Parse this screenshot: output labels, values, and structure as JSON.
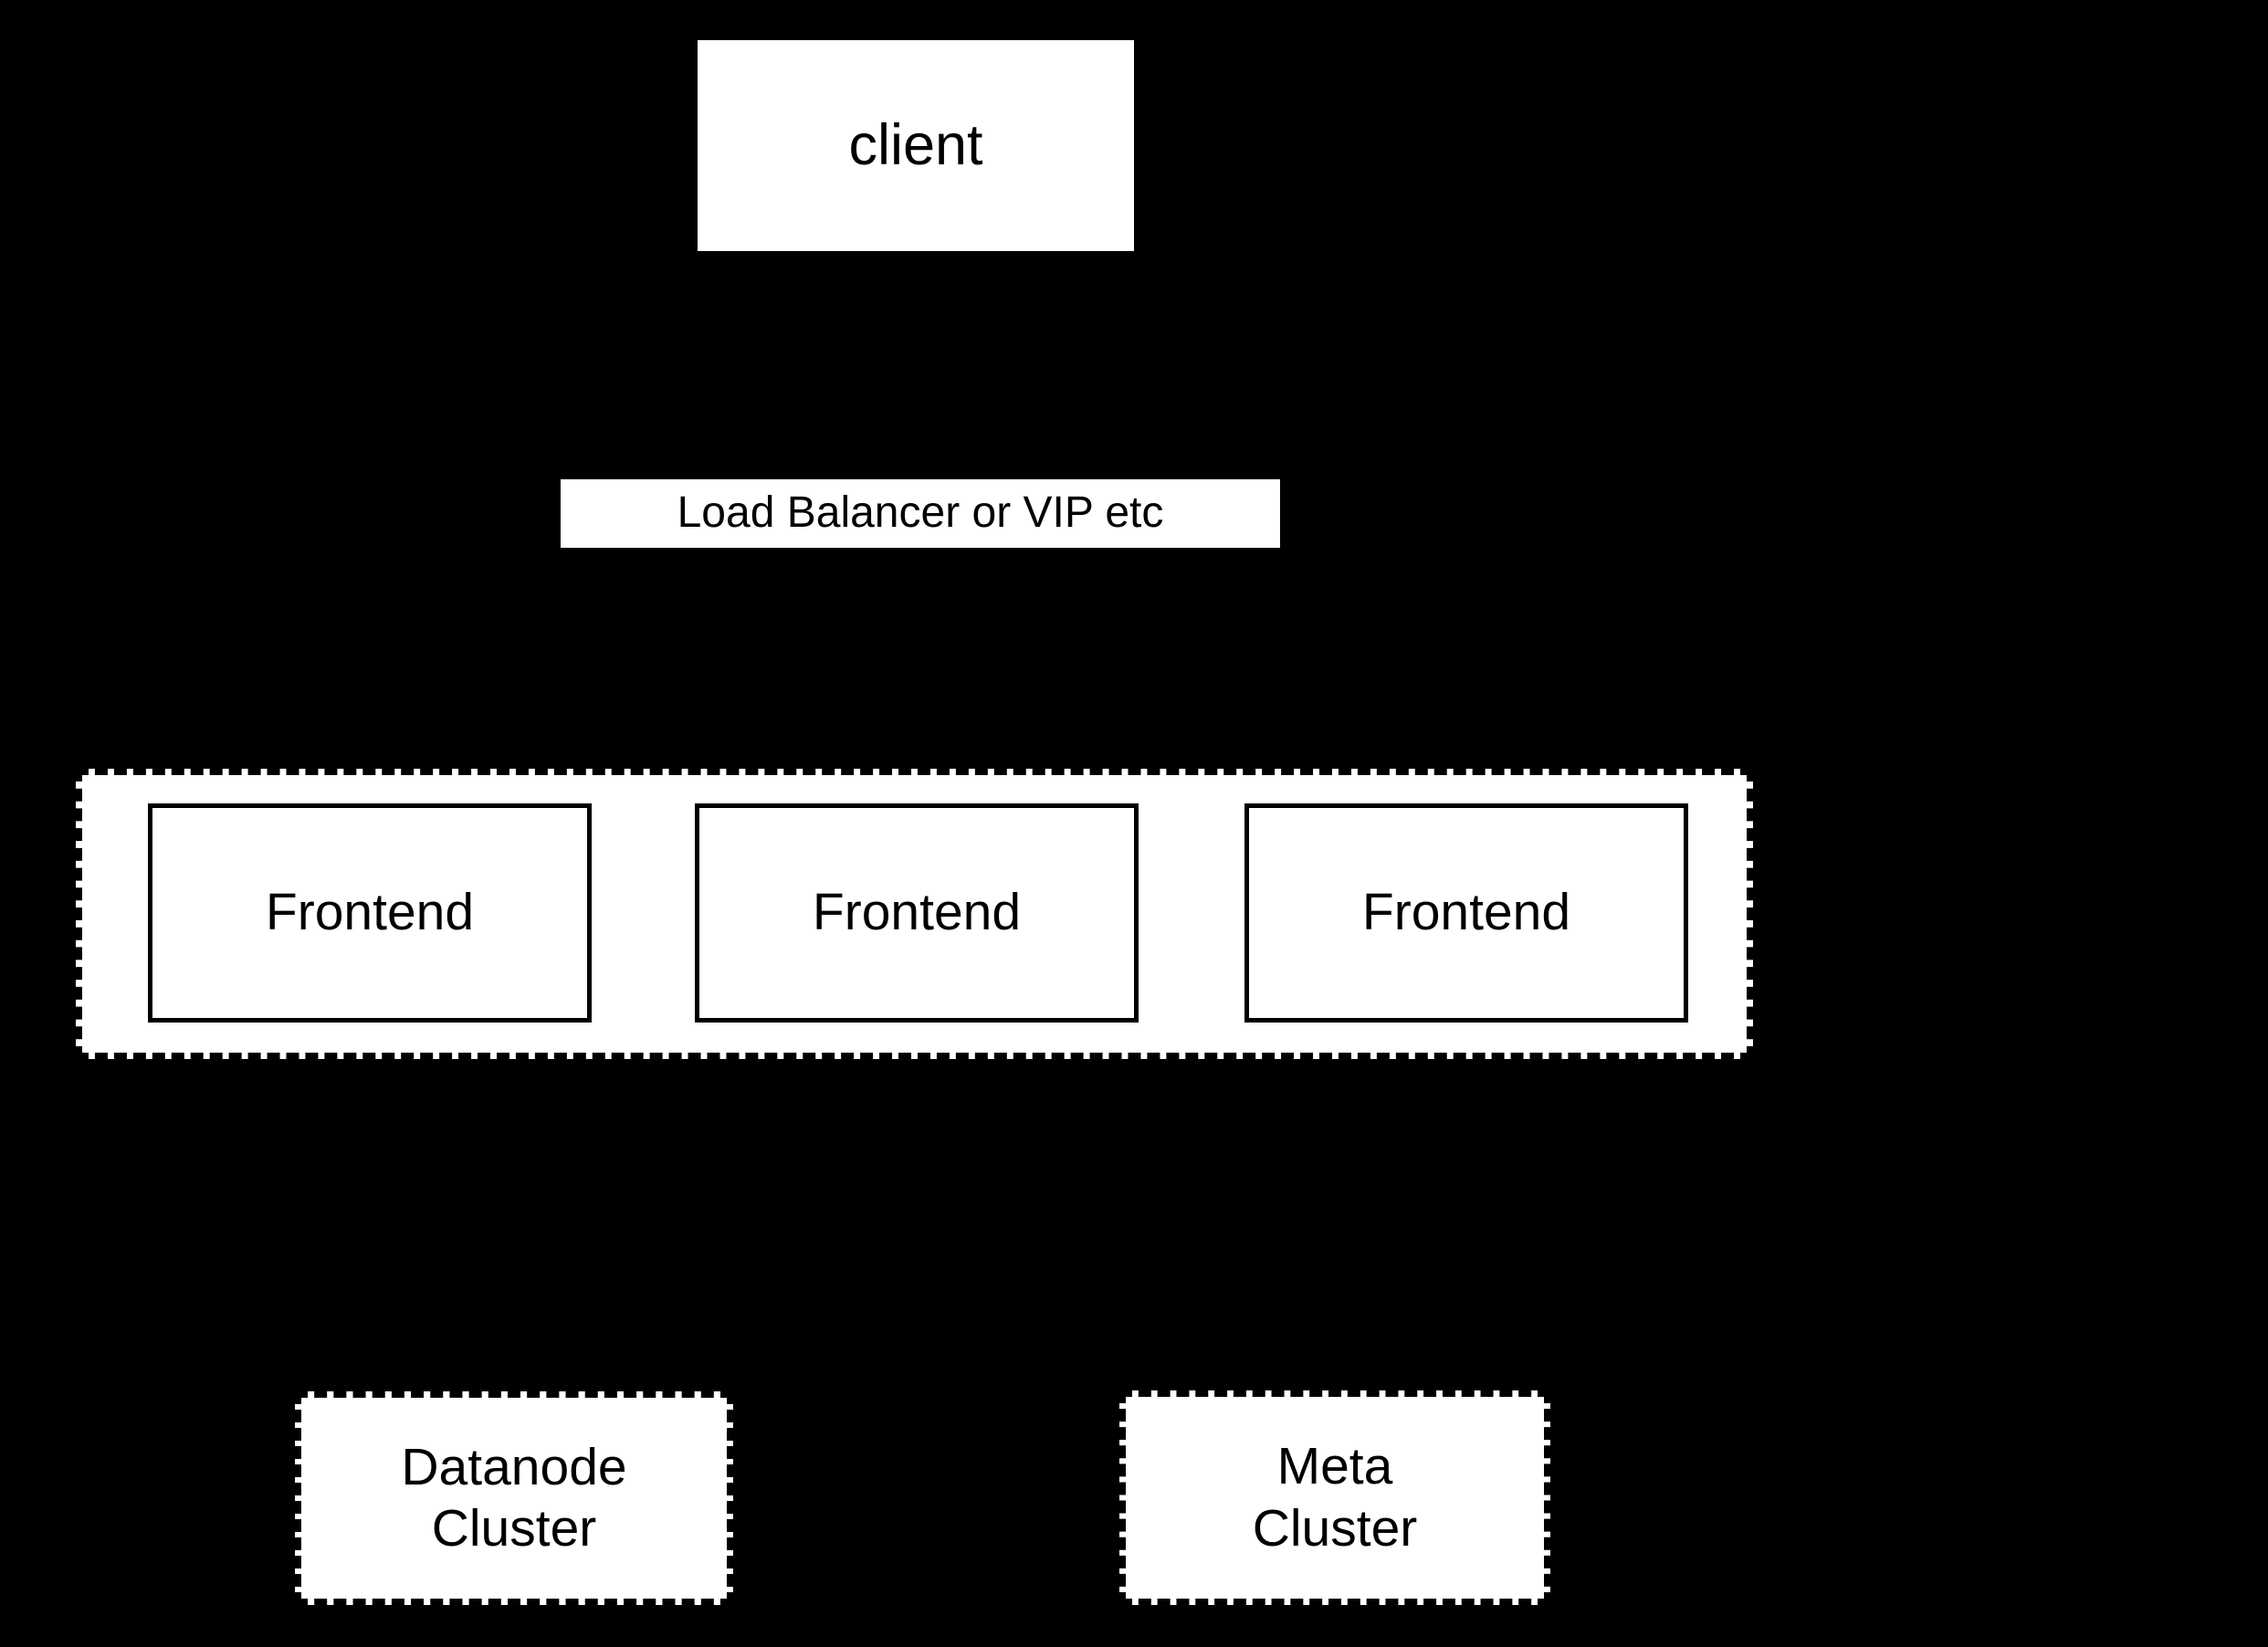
{
  "diagram": {
    "background_color": "#000000",
    "node_fill_color": "#ffffff",
    "node_stroke_color": "#000000",
    "title": "",
    "nodes": {
      "client": {
        "label": "client",
        "shape": "rectangle",
        "border_style": "none"
      },
      "load_balancer": {
        "label": "Load Balancer or VIP etc",
        "shape": "rectangle",
        "border_style": "none"
      },
      "frontend_group": {
        "label": "",
        "shape": "rectangle",
        "border_style": "dashed"
      },
      "frontends": [
        {
          "label": "Frontend",
          "shape": "rectangle",
          "border_style": "solid"
        },
        {
          "label": "Frontend",
          "shape": "rectangle",
          "border_style": "solid"
        },
        {
          "label": "Frontend",
          "shape": "rectangle",
          "border_style": "solid"
        }
      ],
      "datanode_cluster": {
        "label": "Datanode\nCluster",
        "shape": "rectangle",
        "border_style": "dashed"
      },
      "meta_cluster": {
        "label": "Meta\nCluster",
        "shape": "rectangle",
        "border_style": "dashed"
      }
    }
  }
}
